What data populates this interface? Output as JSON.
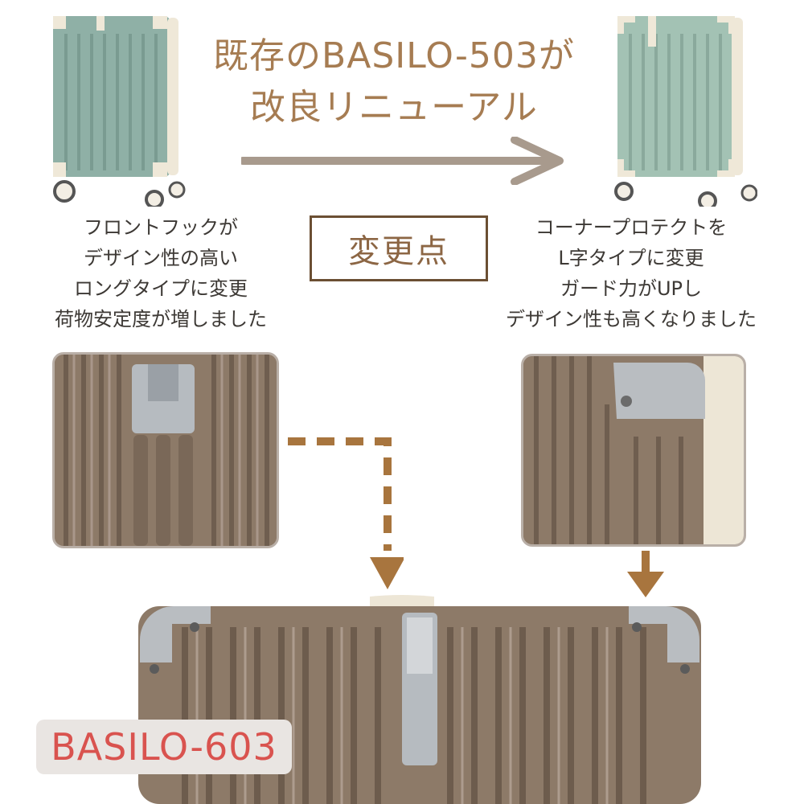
{
  "headline": {
    "line1": "既存のBASILO-503が",
    "line2": "改良リニューアル"
  },
  "changes_label": "変更点",
  "left_note": {
    "lines": [
      "フロントフックが",
      "デザイン性の高い",
      "ロングタイプに変更",
      "荷物安定度が増しました"
    ]
  },
  "right_note": {
    "lines": [
      "コーナープロテクトを",
      "L字タイプに変更",
      "ガード力がUPし",
      "デザイン性も高くなりました"
    ]
  },
  "product_badge": "BASILO-603",
  "colors": {
    "headline": "#a67c52",
    "arrow": "#a89a8d",
    "dashed_arrow": "#a8753e",
    "frame": "#6b4f33",
    "badge_text": "#d9534f",
    "suitcase_green": "#8fb0a6",
    "suitcase_champagne": "#8f7b68",
    "trim_cream": "#efe8d8",
    "hardware_silver": "#b8bcc0"
  }
}
